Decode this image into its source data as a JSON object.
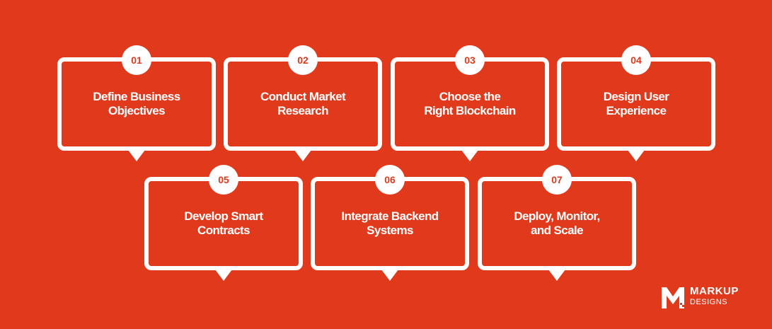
{
  "colors": {
    "background": "#e0391c",
    "foreground": "#ffffff"
  },
  "steps": [
    {
      "number": "01",
      "label": "Define Business\nObjectives"
    },
    {
      "number": "02",
      "label": "Conduct Market\nResearch"
    },
    {
      "number": "03",
      "label": "Choose the\nRight Blockchain"
    },
    {
      "number": "04",
      "label": "Design User\nExperience"
    },
    {
      "number": "05",
      "label": "Develop Smart\nContracts"
    },
    {
      "number": "06",
      "label": "Integrate Backend\nSystems"
    },
    {
      "number": "07",
      "label": "Deploy, Monitor,\nand Scale"
    }
  ],
  "logo": {
    "brand": "MARKUP",
    "sub": "DESIGNS",
    "icon": "m-logo-icon"
  }
}
